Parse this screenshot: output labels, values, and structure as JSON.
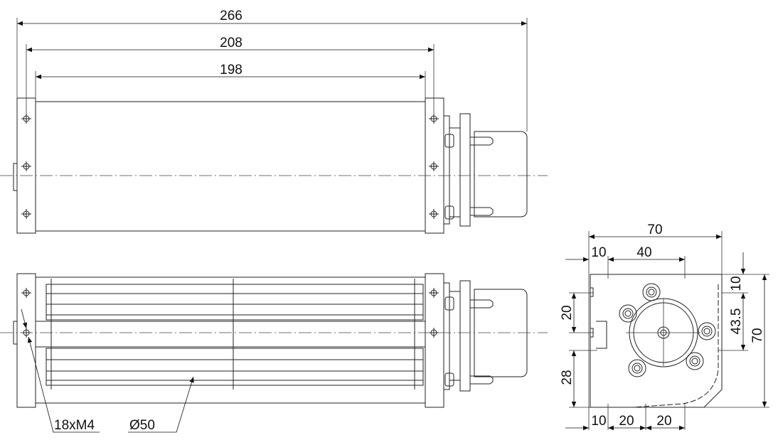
{
  "drawing": {
    "top_view": {
      "dims": {
        "overall": "266",
        "mounting": "208",
        "housing": "198"
      }
    },
    "front_view": {
      "hole_callout": "18xM4",
      "impeller_diameter": "Ø50"
    },
    "side_view": {
      "dims": {
        "width": "70",
        "top_offset": "10",
        "top_spacing": "40",
        "right_offset": "10",
        "right_spacing": "43.5",
        "height": "70",
        "left_spacing": "20",
        "left_offset": "28",
        "bottom_offset": "10",
        "bottom_spacing_1": "20",
        "bottom_spacing_2": "20"
      }
    }
  }
}
